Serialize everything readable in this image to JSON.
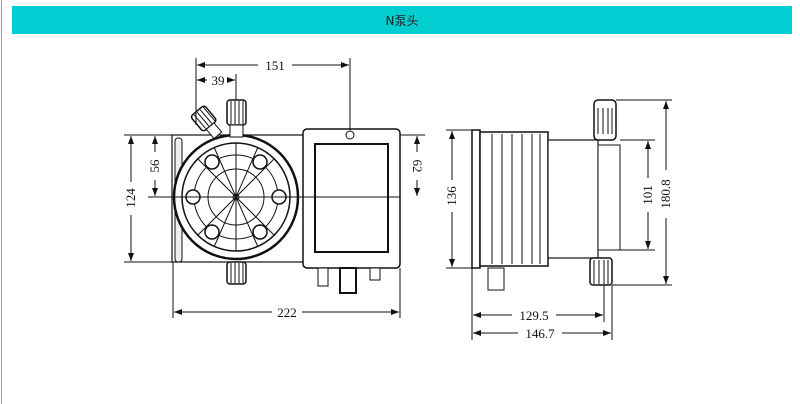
{
  "header": {
    "title": "N泵头"
  },
  "front_view": {
    "dimensions": {
      "overall_width": "222",
      "valve_spacing": "151",
      "vent_offset": "39",
      "height": "124",
      "mount_half": "56",
      "box_offset": "62"
    }
  },
  "side_view": {
    "dimensions": {
      "body_height": "136",
      "valve_span": "101",
      "overall_height": "180.8",
      "depth_to_valve": "129.5",
      "overall_depth": "146.7"
    }
  },
  "colors": {
    "header_bg": "#00ced1"
  }
}
